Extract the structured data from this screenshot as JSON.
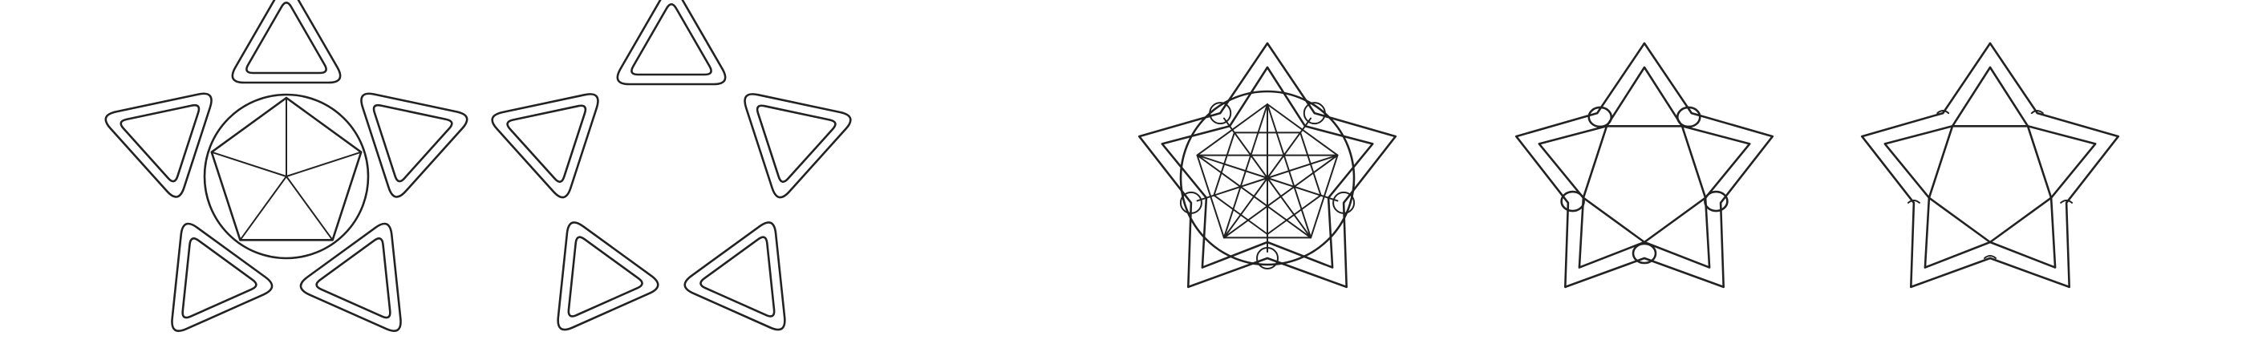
{
  "figure": {
    "description_colors": {
      "background": "#ffffff",
      "line": "#222222"
    },
    "steps": [
      {
        "id": "step-1",
        "label": ""
      },
      {
        "id": "step-2",
        "label": ""
      },
      {
        "id": "step-3",
        "label": ""
      },
      {
        "id": "step-4",
        "label": ""
      },
      {
        "id": "step-5",
        "label": ""
      }
    ]
  }
}
